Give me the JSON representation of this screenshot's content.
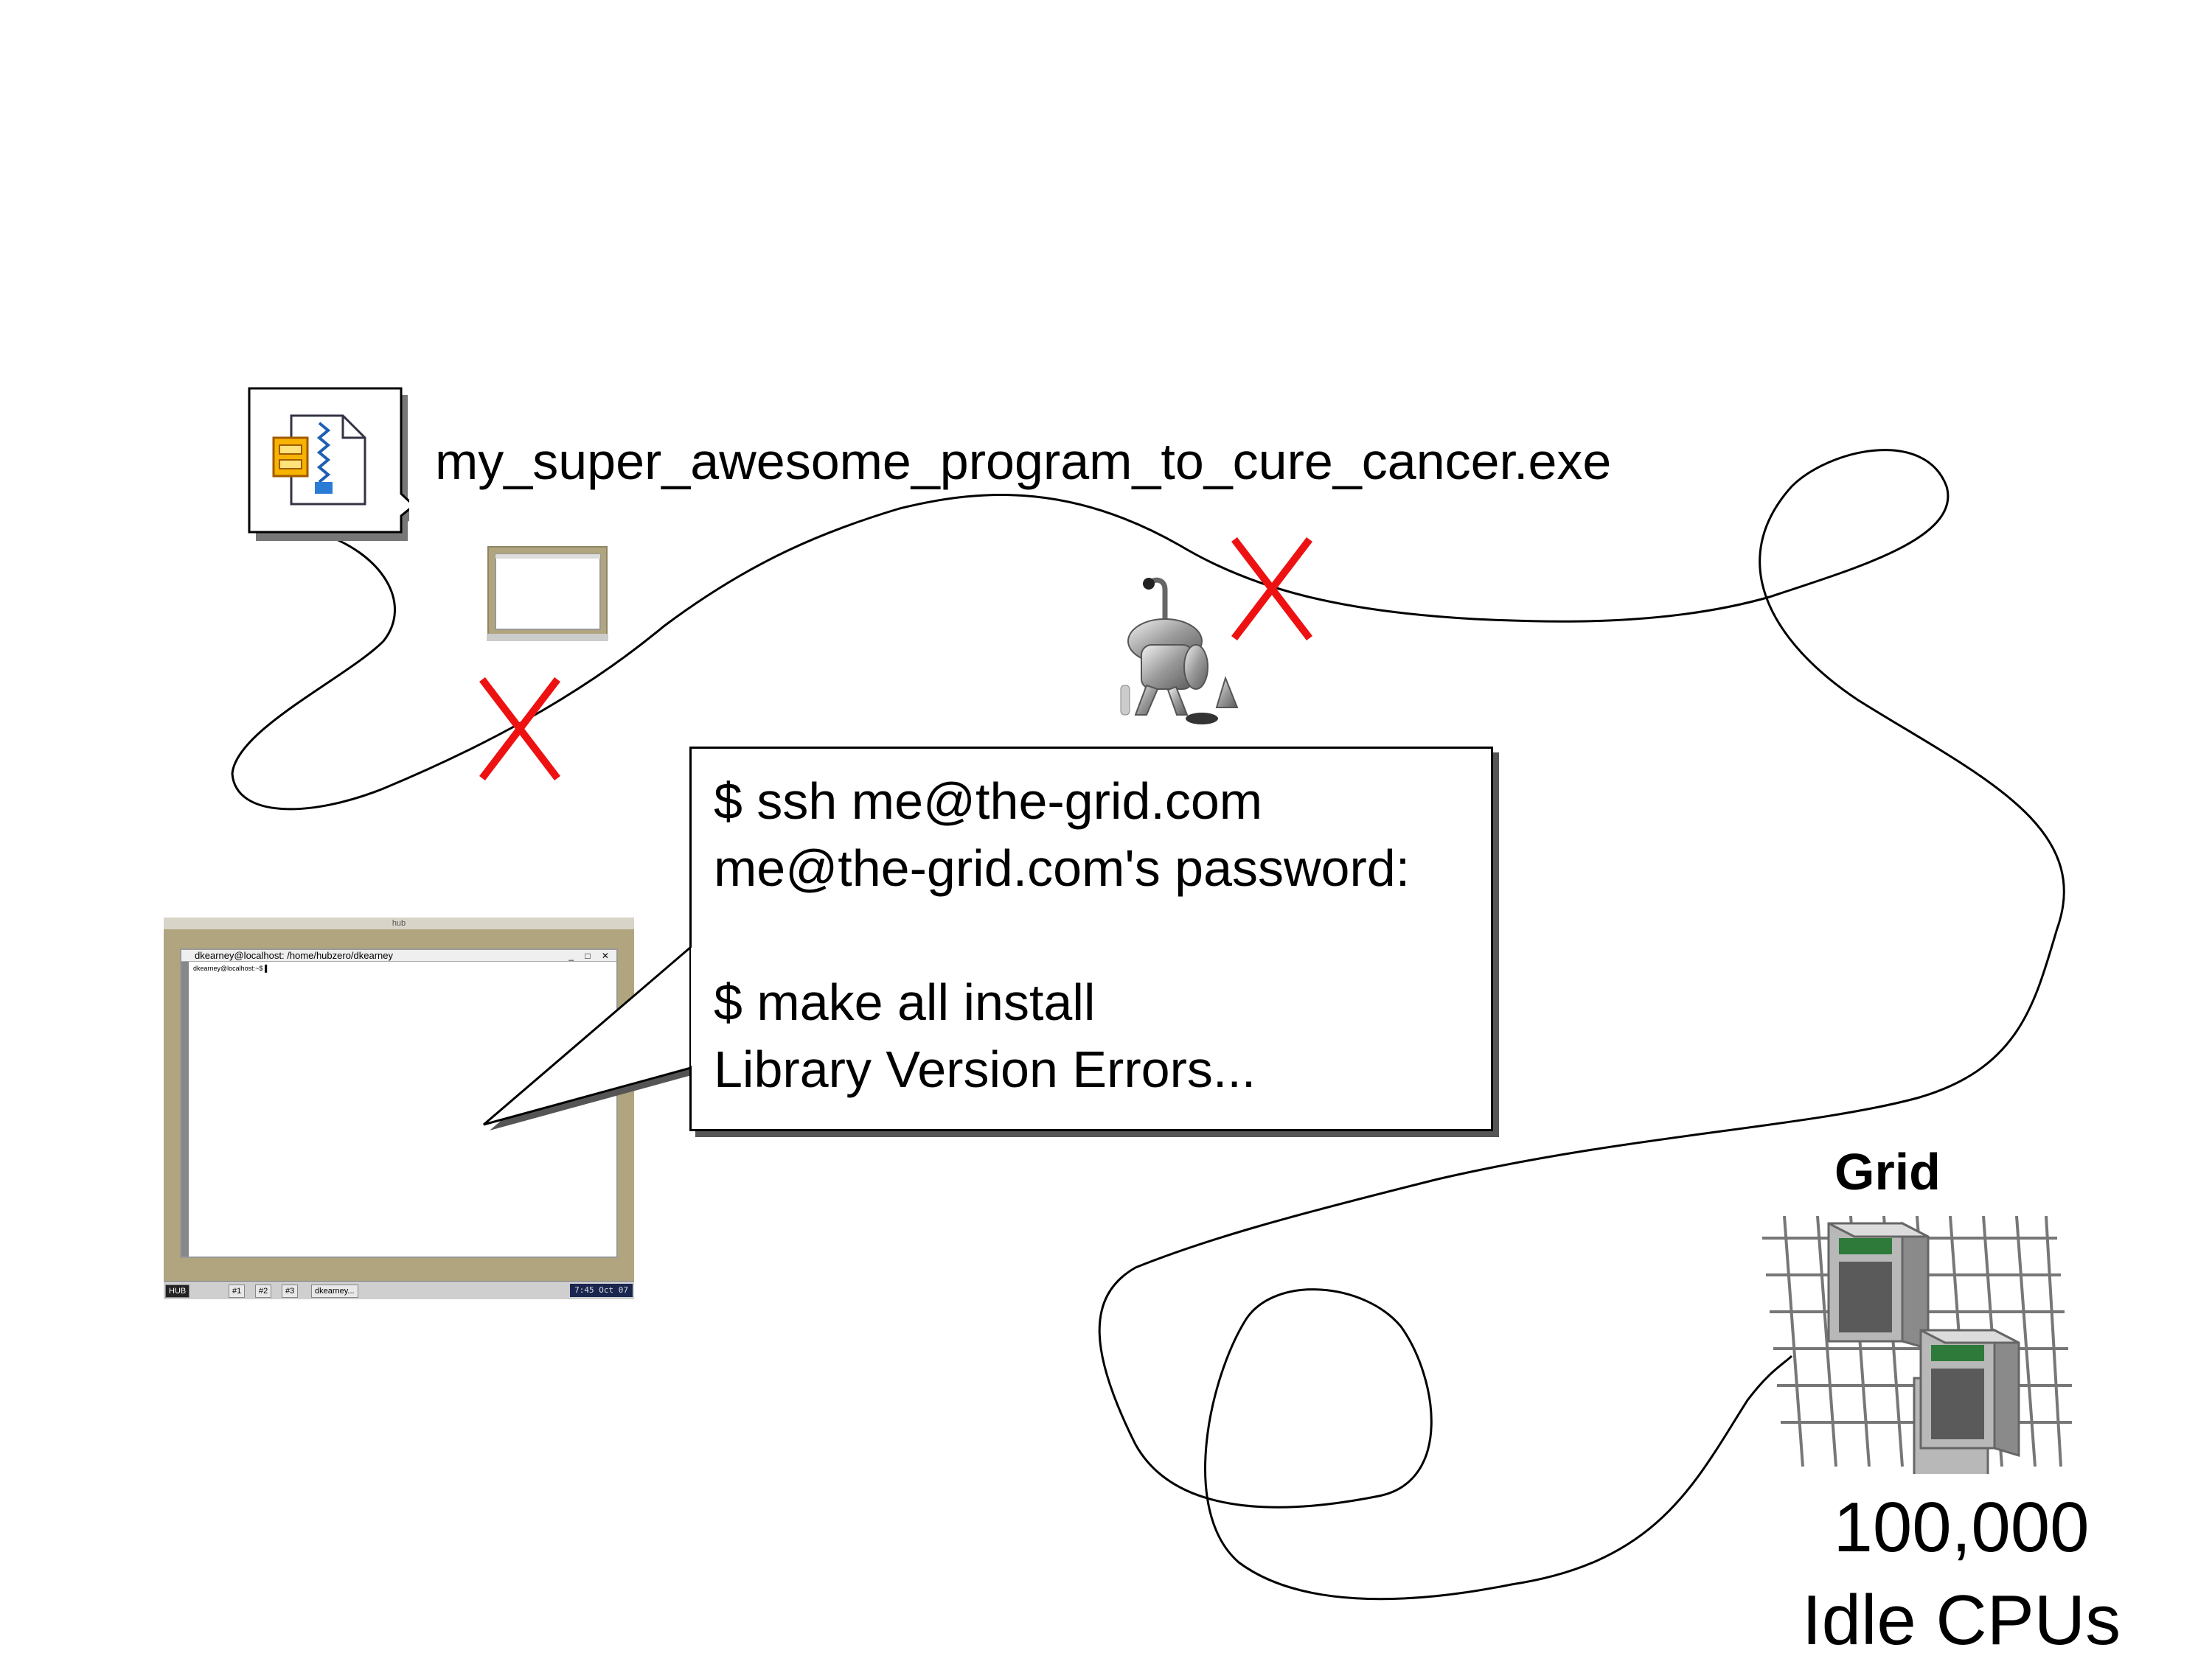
{
  "file": {
    "icon": "compressed-file-icon",
    "name": "my_super_awesome_program_to_cure_cancer.exe"
  },
  "callout": {
    "lines": [
      "$ ssh me@the-grid.com",
      "me@the-grid.com's password:",
      "",
      "$ make all install",
      "Library Version Errors..."
    ]
  },
  "terminal": {
    "top_label": "hub",
    "window_title": "dkearney@localhost: /home/hubzero/dkearney",
    "window_buttons": "_ □ ✕",
    "prompt": "dkearney@localhost:~$ ▌",
    "taskbar": {
      "logo": "HUB",
      "workspaces": [
        "#1",
        "#2",
        "#3"
      ],
      "task": "dkearney...",
      "clock": "7:45 Oct 07"
    }
  },
  "grid": {
    "title": "Grid",
    "count": "100,000",
    "label": "Idle CPUs",
    "icon": "server-grid-icon"
  },
  "icons": {
    "thumbnail": "desktop-thumbnail-icon",
    "meat_grinder": "meat-grinder-icon",
    "failure_marks": "red-x-icon"
  },
  "colors": {
    "failure": "#ee1111",
    "desktop": "#b0a57e",
    "grid_lines": "#777777"
  }
}
